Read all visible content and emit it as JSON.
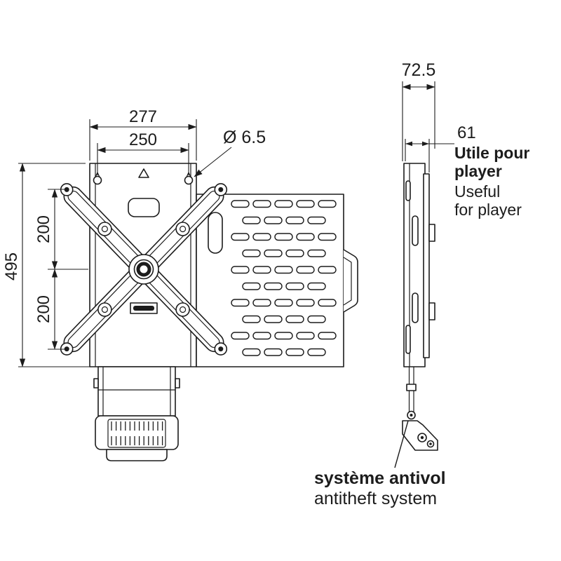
{
  "drawing": {
    "front_view": {
      "dim_width_outer": "277",
      "dim_width_holes": "250",
      "hole_diameter": "Ø 6.5",
      "dim_height": "495",
      "dim_vesa_upper": "200",
      "dim_vesa_lower": "200"
    },
    "side_view": {
      "dim_depth": "72.5",
      "dim_useful": "61",
      "note_fr_line1": "Utile pour",
      "note_fr_line2": "player",
      "note_en_line1": "Useful",
      "note_en_line2": "for player"
    },
    "callout": {
      "antitheft_fr": "système antivol",
      "antitheft_en": "antitheft system"
    }
  },
  "colors": {
    "line": "#1c1c1c",
    "background": "#ffffff"
  }
}
